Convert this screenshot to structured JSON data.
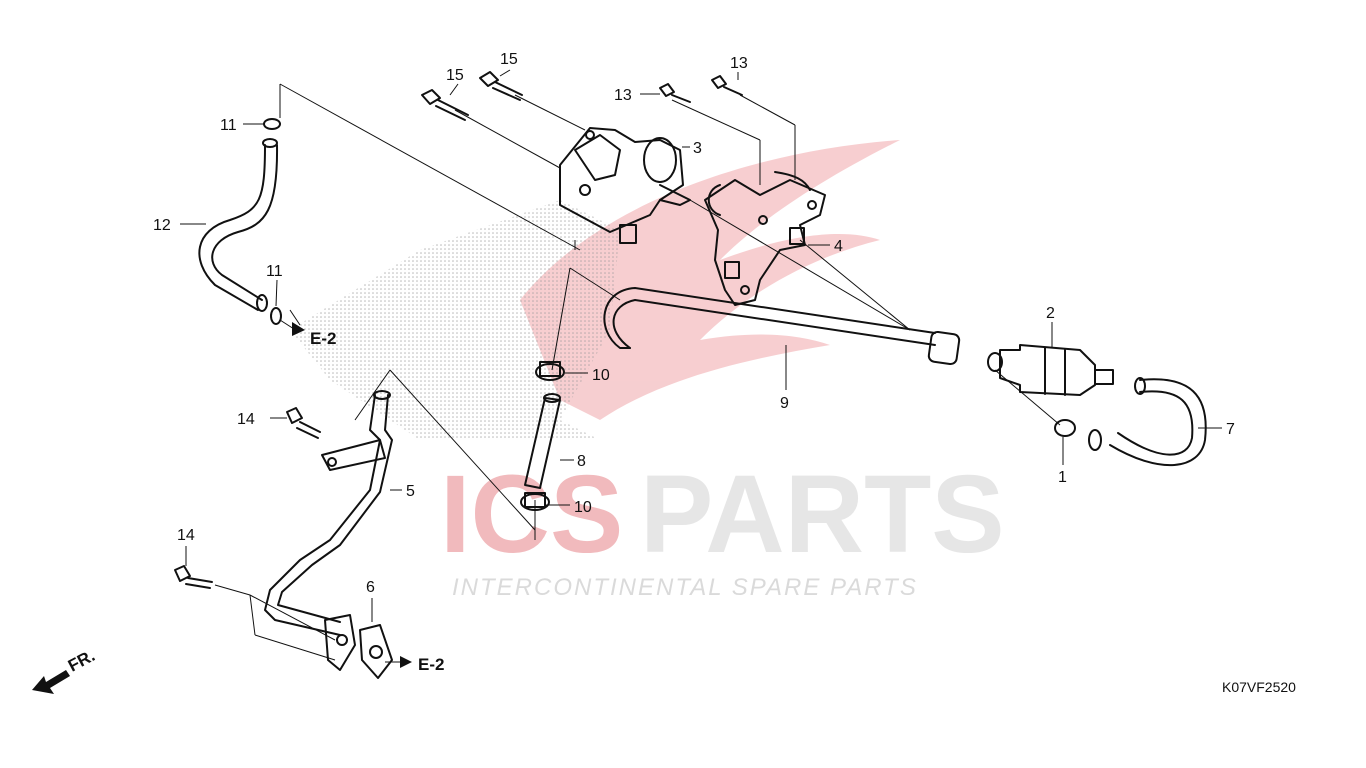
{
  "callouts": {
    "c1": "1",
    "c2": "2",
    "c3": "3",
    "c4": "4",
    "c5": "5",
    "c6": "6",
    "c7": "7",
    "c8": "8",
    "c9": "9",
    "c10a": "10",
    "c10b": "10",
    "c11a": "11",
    "c11b": "11",
    "c12": "12",
    "c13a": "13",
    "c13b": "13",
    "c14a": "14",
    "c14b": "14",
    "c15a": "15",
    "c15b": "15"
  },
  "refs": {
    "e2_top": "E-2",
    "e2_bottom": "E-2"
  },
  "direction": {
    "fr": "FR."
  },
  "watermark": {
    "logo_ics": "ICS",
    "logo_parts": "PARTS",
    "tagline": "INTERCONTINENTAL SPARE PARTS",
    "brand_colors": {
      "red": "#e21e26",
      "grey": "#9a9a9a"
    }
  },
  "diagram_code": "K07VF2520"
}
